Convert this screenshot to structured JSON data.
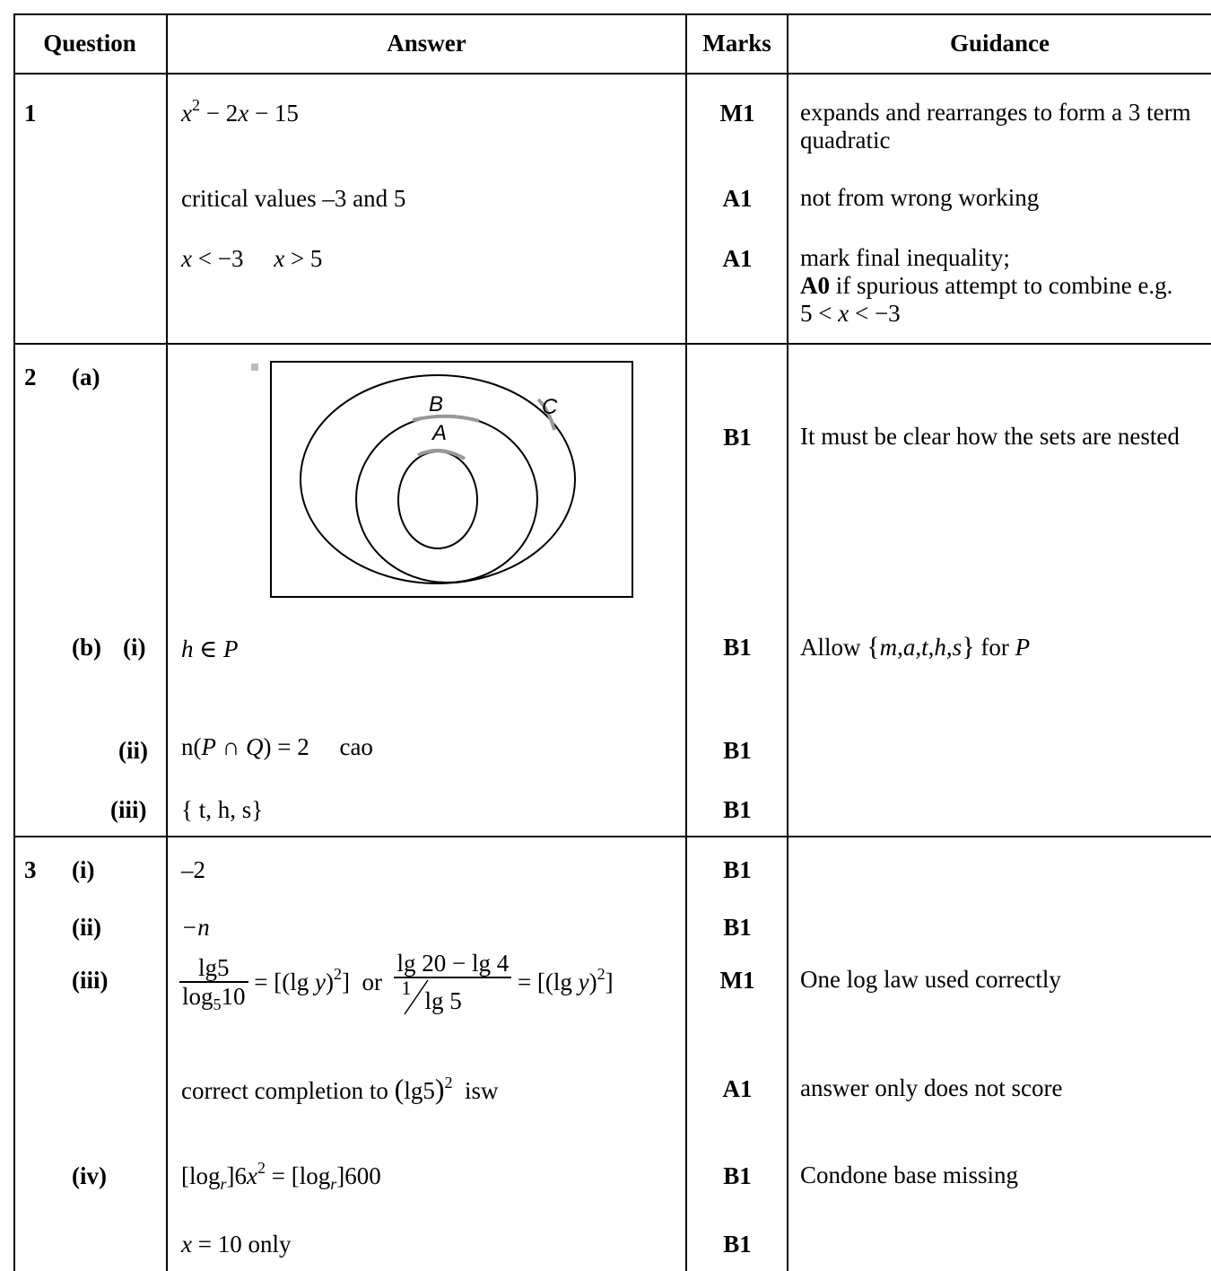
{
  "headers": {
    "question": "Question",
    "answer": "Answer",
    "marks": "Marks",
    "guidance": "Guidance"
  },
  "q1": {
    "number": "1",
    "row1": {
      "marks": "M1",
      "guidance": "expands and rearranges to form a 3 term quadratic"
    },
    "row2": {
      "answer": "critical values –3 and 5",
      "marks": "A1",
      "guidance": "not from wrong working"
    },
    "row3": {
      "marks": "A1",
      "guidance_line1": "mark final inequality;",
      "guidance_bold": "A0",
      "guidance_rest": " if spurious attempt to combine e.g."
    }
  },
  "q2": {
    "number": "2",
    "part_a": "(a)",
    "venn": {
      "label_b": "B",
      "label_c": "C",
      "label_a": "A"
    },
    "row_a": {
      "marks": "B1",
      "guidance": "It must be clear how the sets are nested"
    },
    "part_b": "(b)",
    "sub_i": "(i)",
    "row_bi": {
      "marks": "B1",
      "guidance_allow": "Allow",
      "guidance_for": "for"
    },
    "sub_ii": "(ii)",
    "row_bii": {
      "answer_n": "n(",
      "answer_tail": ") = 2",
      "cao": "cao",
      "marks": "B1"
    },
    "sub_iii": "(iii)",
    "row_biii": {
      "answer": "{ t, h, s}",
      "marks": "B1"
    }
  },
  "q3": {
    "number": "3",
    "sub_i": "(i)",
    "row_i": {
      "answer": "–2",
      "marks": "B1"
    },
    "sub_ii": "(ii)",
    "row_ii": {
      "marks": "B1"
    },
    "sub_iii": "(iii)",
    "row_iii": {
      "or": "or",
      "marks": "M1",
      "guidance": "One log law used correctly"
    },
    "row_iii2": {
      "answer_pre": "correct completion to",
      "isw": "isw",
      "marks": "A1",
      "guidance": "answer only does not score"
    },
    "sub_iv": "(iv)",
    "row_iv": {
      "marks": "B1",
      "guidance": "Condone base missing"
    },
    "row_iv2": {
      "answer_tail": " = 10 only",
      "marks": "B1"
    }
  }
}
